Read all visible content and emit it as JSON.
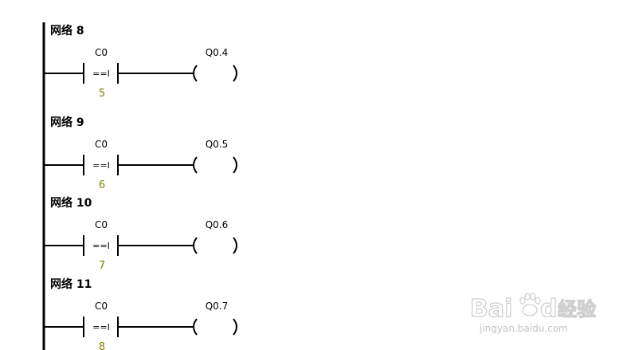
{
  "colors": {
    "line": "#000000",
    "value": "#808000",
    "background": "#ffffff",
    "watermark": "#cccccc"
  },
  "networks": [
    {
      "title": "网络 8",
      "contact_operand": "C0",
      "compare_op": "==I",
      "compare_value": "5",
      "coil": "Q0.4"
    },
    {
      "title": "网络 9",
      "contact_operand": "C0",
      "compare_op": "==I",
      "compare_value": "6",
      "coil": "Q0.5"
    },
    {
      "title": "网络 10",
      "contact_operand": "C0",
      "compare_op": "==I",
      "compare_value": "7",
      "coil": "Q0.6"
    },
    {
      "title": "网络 11",
      "contact_operand": "C0",
      "compare_op": "==I",
      "compare_value": "8",
      "coil": "Q0.7"
    }
  ],
  "watermark": {
    "logo_text": "Bai",
    "logo_text_end": "du",
    "name": "经验",
    "url": "jingyan.baidu.com"
  }
}
